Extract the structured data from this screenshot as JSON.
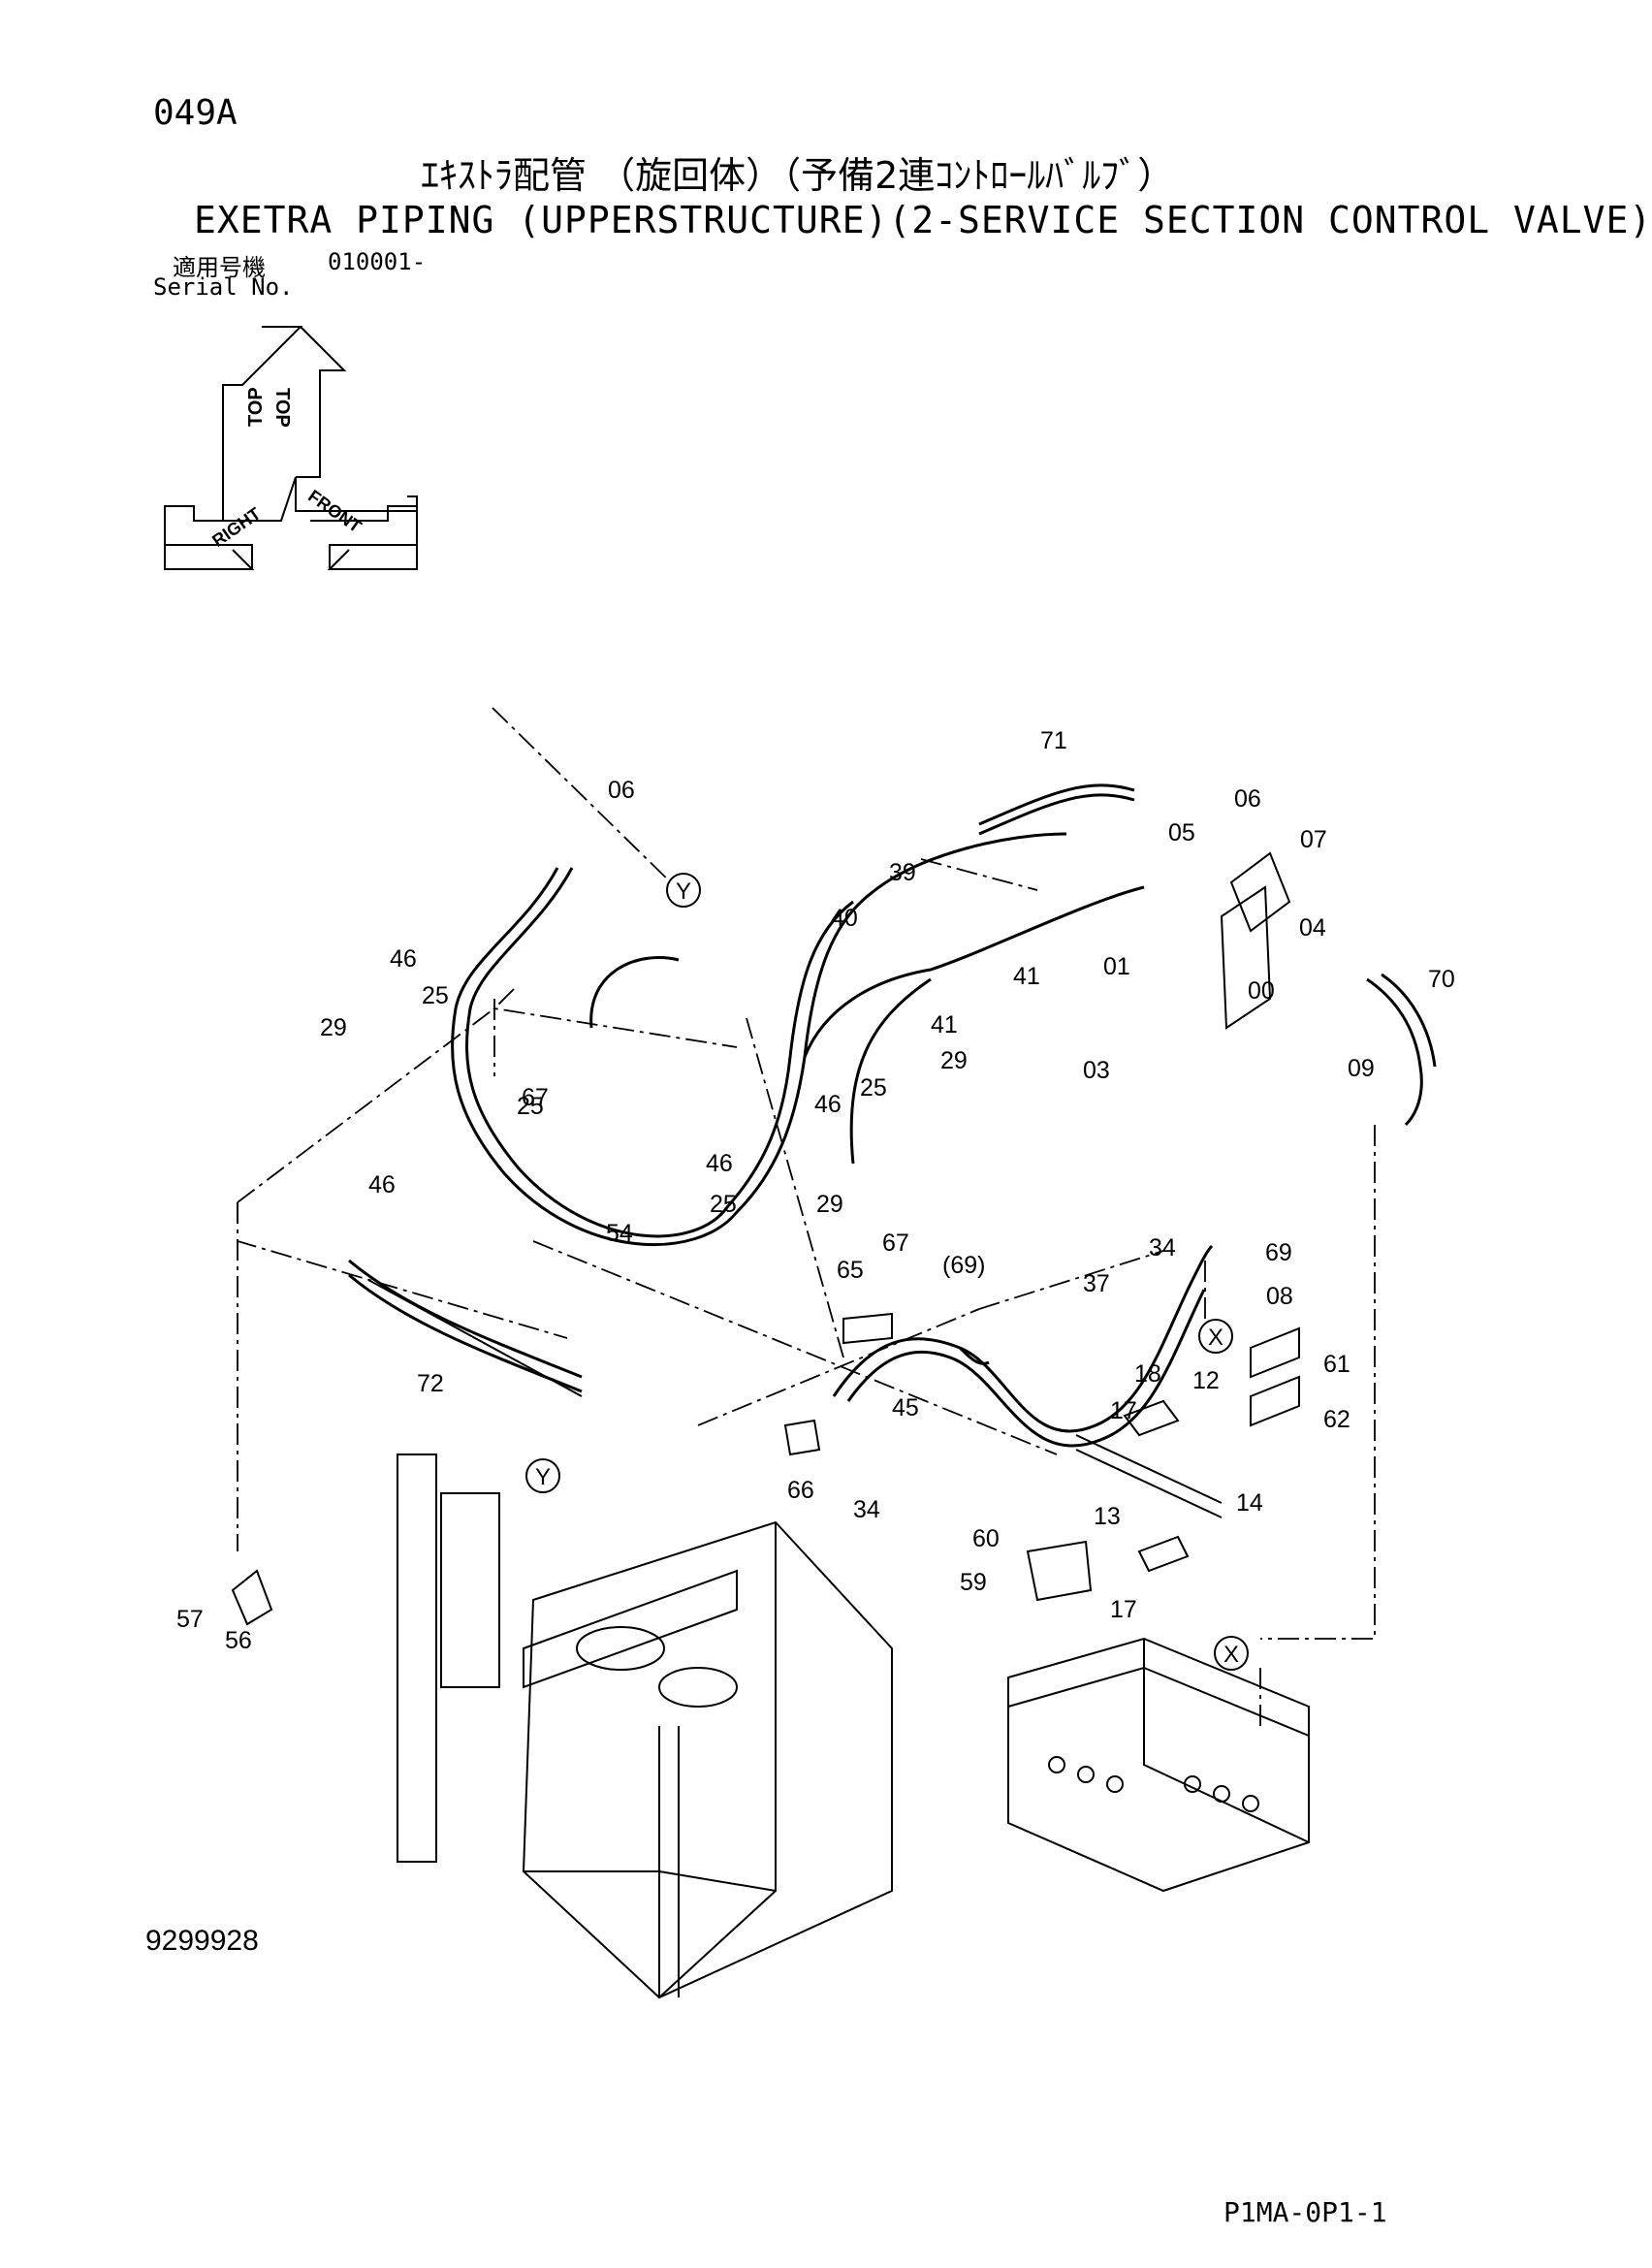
{
  "header": {
    "page_code": "049A",
    "title_ja": "ｴｷｽﾄﾗ配管 （旋回体）（予備2連ｺﾝﾄﾛｰﾙﾊﾞﾙﾌﾞ）",
    "title_en": "EXETRA PIPING (UPPERSTRUCTURE)(2-SERVICE SECTION CONTROL VALVE)",
    "serial_label_ja": "適用号機",
    "serial_value": "010001-",
    "serial_label_en": "Serial No."
  },
  "orientation": {
    "top": "TOP",
    "right": "RIGHT",
    "front": "FRONT"
  },
  "callouts": [
    "00",
    "01",
    "03",
    "04",
    "05",
    "06",
    "06",
    "07",
    "08",
    "09",
    "12",
    "13",
    "14",
    "17",
    "17",
    "18",
    "25",
    "25",
    "25",
    "25",
    "29",
    "29",
    "29",
    "34",
    "34",
    "37",
    "39",
    "40",
    "41",
    "41",
    "45",
    "46",
    "46",
    "46",
    "46",
    "54",
    "56",
    "57",
    "59",
    "60",
    "61",
    "62",
    "65",
    "66",
    "67",
    "67",
    "(69)",
    "69",
    "70",
    "71",
    "72"
  ],
  "view_markers": [
    "X",
    "X",
    "Y",
    "Y"
  ],
  "footer": {
    "doc_number": "9299928",
    "page_ref": "P1MA-0P1-1"
  }
}
